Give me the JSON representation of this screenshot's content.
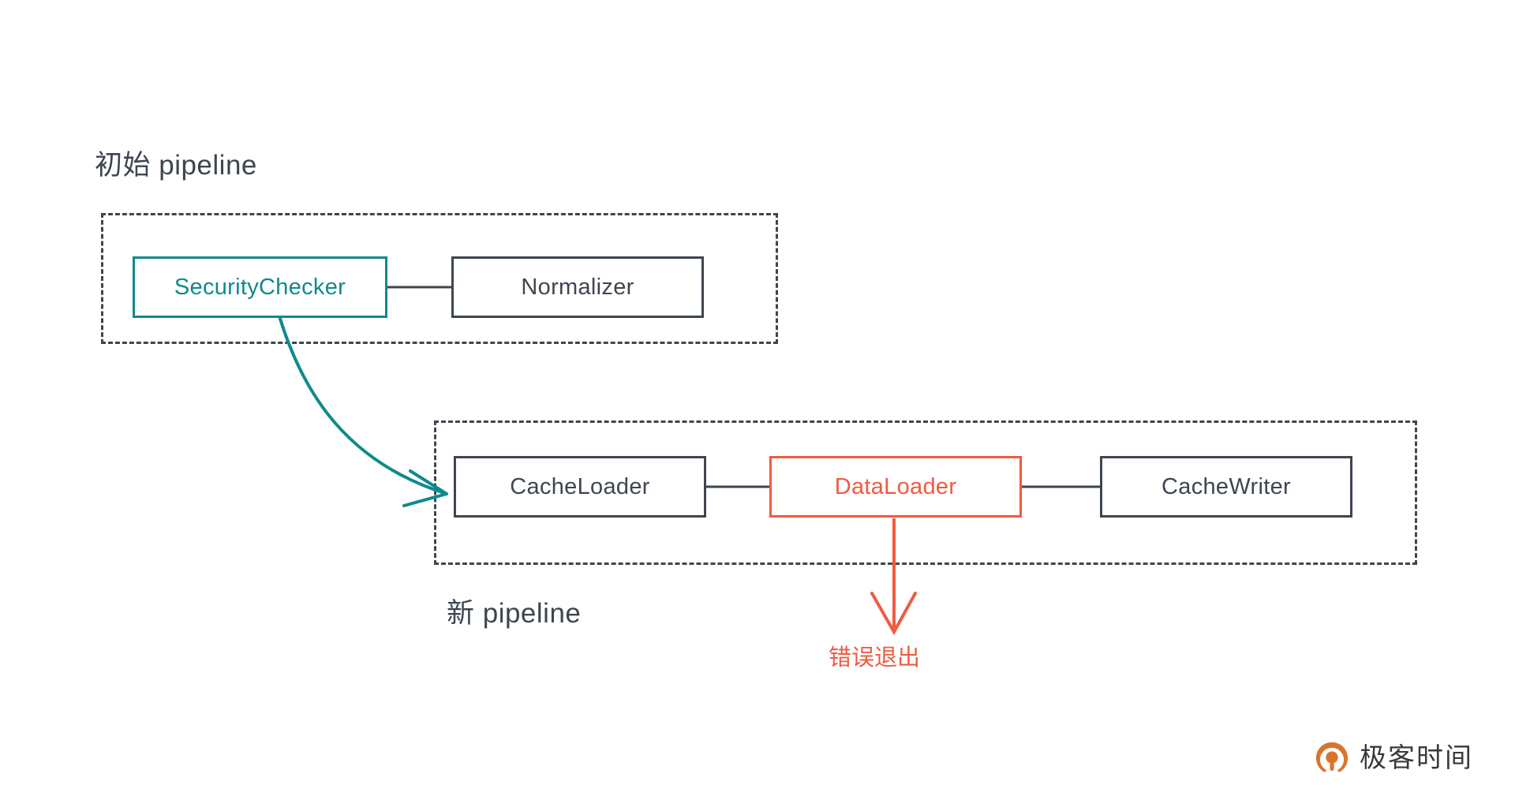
{
  "diagram": {
    "title_initial": "初始 pipeline",
    "title_new": "新 pipeline",
    "colors": {
      "teal": "#108a8c",
      "orange": "#ef5b41",
      "slate": "#3d4650",
      "background": "#ffffff"
    },
    "groups": [
      {
        "id": "initial-pipeline",
        "label": "初始 pipeline",
        "nodes": [
          {
            "id": "security-checker",
            "label": "SecurityChecker",
            "color": "teal"
          },
          {
            "id": "normalizer",
            "label": "Normalizer",
            "color": "slate"
          }
        ]
      },
      {
        "id": "new-pipeline",
        "label": "新 pipeline",
        "nodes": [
          {
            "id": "cache-loader",
            "label": "CacheLoader",
            "color": "slate"
          },
          {
            "id": "data-loader",
            "label": "DataLoader",
            "color": "orange"
          },
          {
            "id": "cache-writer",
            "label": "CacheWriter",
            "color": "slate"
          }
        ]
      }
    ],
    "edges": [
      {
        "id": "sc-to-normalizer",
        "from": "security-checker",
        "to": "normalizer",
        "style": "straight",
        "color": "slate"
      },
      {
        "id": "sc-to-cacheloader",
        "from": "security-checker",
        "to": "cache-loader",
        "style": "curved-arrow",
        "color": "teal"
      },
      {
        "id": "cacheloader-to-dataloader",
        "from": "cache-loader",
        "to": "data-loader",
        "style": "straight",
        "color": "slate"
      },
      {
        "id": "dataloader-to-cachewriter",
        "from": "data-loader",
        "to": "cache-writer",
        "style": "straight",
        "color": "slate"
      },
      {
        "id": "dataloader-error-exit",
        "from": "data-loader",
        "to": "error-exit",
        "style": "arrow-down",
        "color": "orange"
      }
    ],
    "annotations": [
      {
        "id": "error-exit",
        "label": "错误退出",
        "color": "orange"
      }
    ]
  },
  "brand": {
    "name": "极客时间",
    "mark": "geektime-logo-icon"
  }
}
